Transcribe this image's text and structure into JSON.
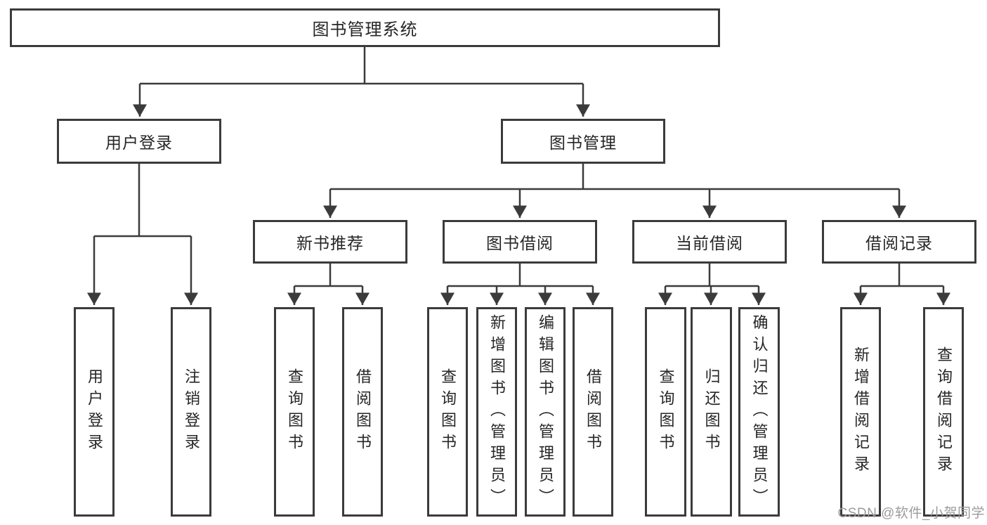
{
  "tree": {
    "label": "图书管理系统",
    "children": [
      {
        "label": "用户登录",
        "children": [
          {
            "label": "用户登录"
          },
          {
            "label": "注销登录"
          }
        ]
      },
      {
        "label": "图书管理",
        "children": [
          {
            "label": "新书推荐",
            "children": [
              {
                "label": "查询图书"
              },
              {
                "label": "借阅图书"
              }
            ]
          },
          {
            "label": "图书借阅",
            "children": [
              {
                "label": "查询图书"
              },
              {
                "label": "新增图书（管理员）"
              },
              {
                "label": "编辑图书（管理员）"
              },
              {
                "label": "借阅图书"
              }
            ]
          },
          {
            "label": "当前借阅",
            "children": [
              {
                "label": "查询图书"
              },
              {
                "label": "归还图书"
              },
              {
                "label": "确认归还（管理员）"
              }
            ]
          },
          {
            "label": "借阅记录",
            "children": [
              {
                "label": "新增借阅记录"
              },
              {
                "label": "查询借阅记录"
              }
            ]
          }
        ]
      }
    ]
  },
  "watermark": {
    "text": "CSDN @软件_小贺同学",
    "color": "#9c9c9c"
  },
  "colors": {
    "line": "#3b3b3b",
    "box_border": "#3b3b3b",
    "text": "#262626",
    "background": "#ffffff"
  }
}
